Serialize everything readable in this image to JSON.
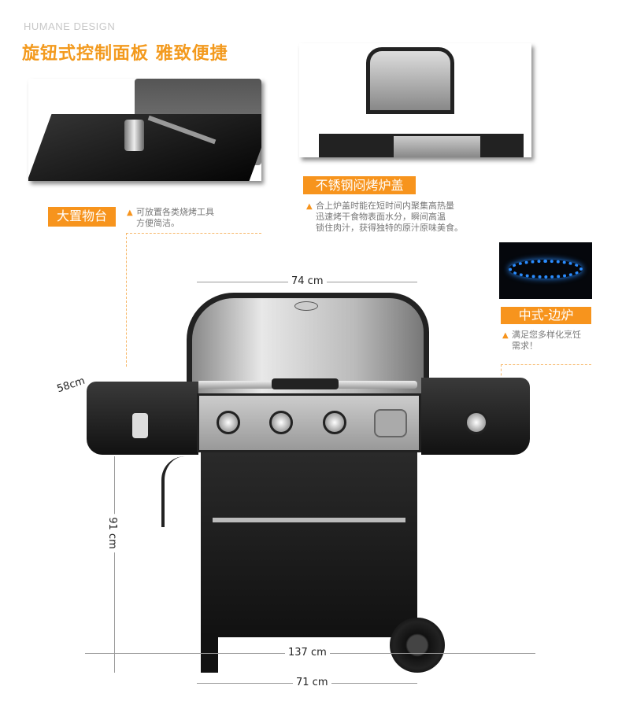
{
  "header": {
    "eyebrow": "HUMANE DESIGN",
    "title": "旋钮式控制面板 雅致便捷"
  },
  "features": [
    {
      "label": "大置物台",
      "lines": [
        "可放置各类烧烤工具",
        "方便简洁。"
      ]
    },
    {
      "label": "不锈钢闷烤炉盖",
      "lines": [
        "合上炉盖时能在短时间内聚集高热量",
        "迅速烤干食物表面水分，瞬间高温",
        "锁住肉汁，获得独特的原汁原味美食。"
      ]
    },
    {
      "label": "中式-边炉",
      "lines": [
        "满足您多样化烹饪",
        "需求！"
      ]
    }
  ],
  "dimensions": {
    "lid_width": "74 cm",
    "shelf_depth": "58cm",
    "height": "91 cm",
    "total_width": "137 cm",
    "cart_width": "71 cm"
  },
  "colors": {
    "accent": "#f7941d",
    "flame": "#2a8cff"
  }
}
